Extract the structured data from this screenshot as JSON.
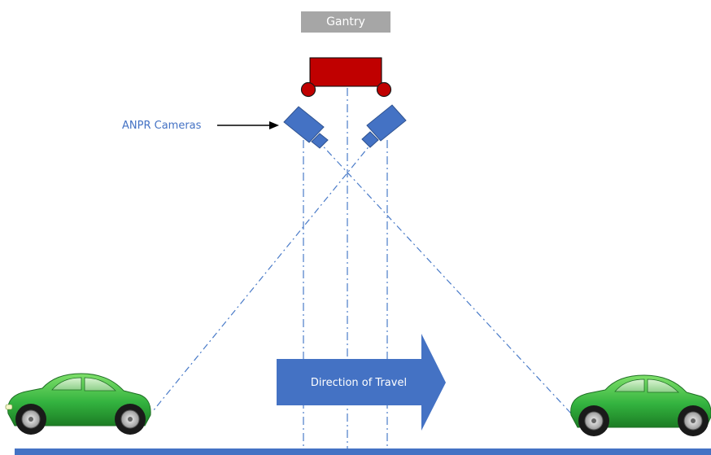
{
  "gantry": {
    "label": "Gantry",
    "label_bg": "#a6a6a6",
    "body_color": "#c00000"
  },
  "cameras": {
    "label": "ANPR Cameras",
    "label_color": "#4472c4",
    "camera_color": "#4472c4"
  },
  "direction": {
    "label": "Direction of Travel",
    "arrow_color": "#4472c4"
  },
  "road": {
    "color": "#4472c4"
  },
  "vehicles": {
    "color": "#3ab54a",
    "items": [
      "car-approaching",
      "car-departing"
    ]
  },
  "sight_lines": {
    "color": "#4a7bc8",
    "style": "dash-dot"
  }
}
